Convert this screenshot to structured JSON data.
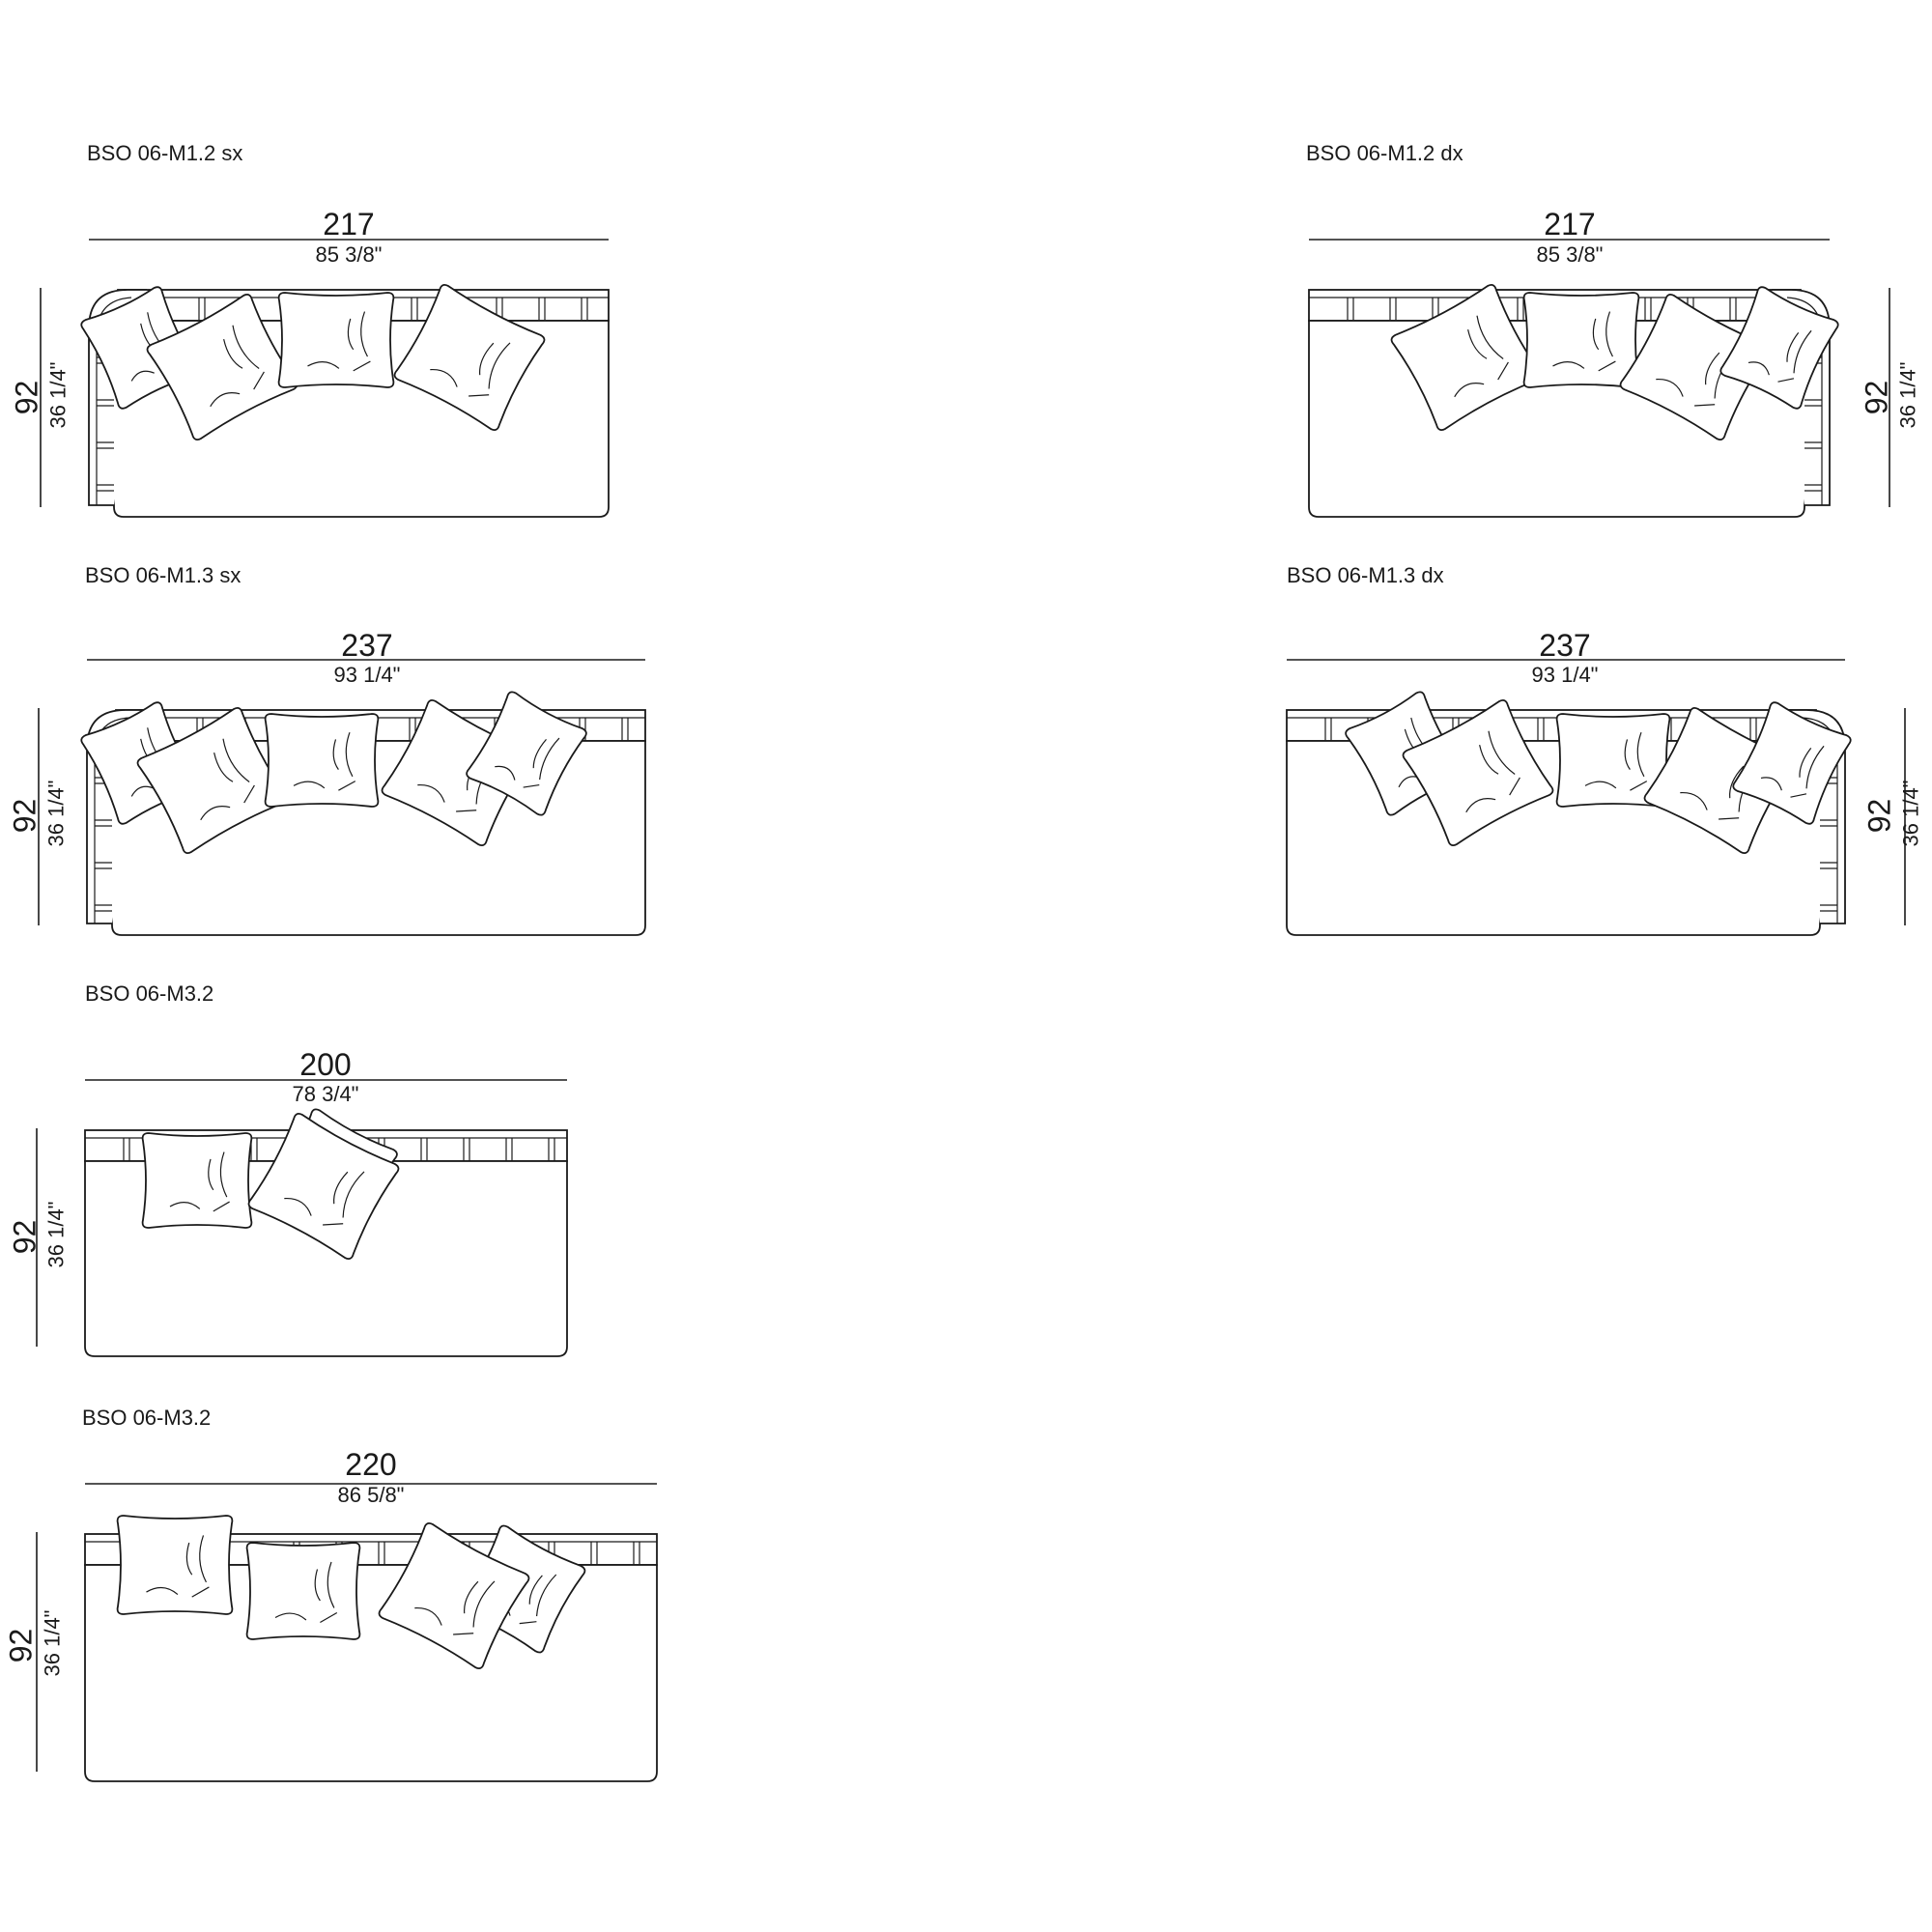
{
  "modules": [
    {
      "id": "m12sx",
      "label": "BSO 06-M1.2 sx",
      "width_cm": "217",
      "width_in": "85 3/8\"",
      "height_cm": "92",
      "height_in": "36 1/4\"",
      "arm": "left",
      "dim_side": "left"
    },
    {
      "id": "m12dx",
      "label": "BSO 06-M1.2 dx",
      "width_cm": "217",
      "width_in": "85 3/8\"",
      "height_cm": "92",
      "height_in": "36 1/4\"",
      "arm": "right",
      "dim_side": "right"
    },
    {
      "id": "m13sx",
      "label": "BSO 06-M1.3 sx",
      "width_cm": "237",
      "width_in": "93 1/4\"",
      "height_cm": "92",
      "height_in": "36 1/4\"",
      "arm": "left",
      "dim_side": "left"
    },
    {
      "id": "m13dx",
      "label": "BSO 06-M1.3 dx",
      "width_cm": "237",
      "width_in": "93 1/4\"",
      "height_cm": "92",
      "height_in": "36 1/4\"",
      "arm": "right",
      "dim_side": "right"
    },
    {
      "id": "m32a",
      "label": "BSO 06-M3.2",
      "width_cm": "200",
      "width_in": "78 3/4\"",
      "height_cm": "92",
      "height_in": "36 1/4\"",
      "arm": "none",
      "dim_side": "left"
    },
    {
      "id": "m32b",
      "label": "BSO 06-M3.2",
      "width_cm": "220",
      "width_in": "86 5/8\"",
      "height_cm": "92",
      "height_in": "36 1/4\"",
      "arm": "none",
      "dim_side": "left"
    }
  ]
}
